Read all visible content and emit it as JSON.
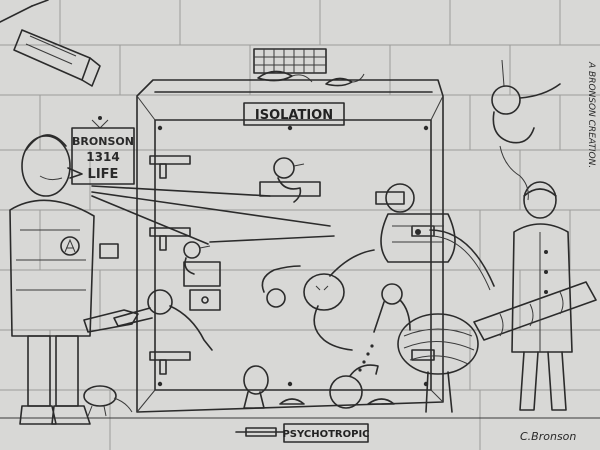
{
  "signs": {
    "door_label": "ISOLATION",
    "prisoner_sign_line1": "BRONSON",
    "prisoner_sign_line2": "1314",
    "prisoner_sign_line3": "LIFE",
    "floor_label": "PSYCHOTROPIC",
    "artist_credit": "A BRONSON CREATION.",
    "signature": "C.Bronson"
  },
  "icons": {
    "camera": "cctv-camera-icon",
    "anarchy": "anarchy-symbol-icon"
  },
  "colors": {
    "paper": "#d8d8d6",
    "ink": "#2b2b2b",
    "brick_line": "#9c9c9a",
    "door_fill": "#c9c9c6"
  }
}
